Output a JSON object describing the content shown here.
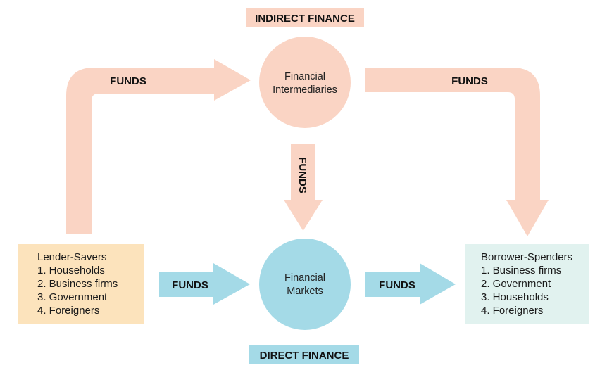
{
  "colors": {
    "indirect": "#FAD4C4",
    "direct": "#A4DAE7",
    "lender_box": "#FCE3BC",
    "borrower_box": "#E1F2EF",
    "text": "#111111"
  },
  "labels": {
    "indirect_finance": "INDIRECT FINANCE",
    "direct_finance": "DIRECT FINANCE"
  },
  "nodes": {
    "intermediaries": {
      "line1": "Financial",
      "line2": "Intermediaries"
    },
    "markets": {
      "line1": "Financial",
      "line2": "Markets"
    }
  },
  "arrows": {
    "lender_to_intermediaries": "FUNDS",
    "intermediaries_to_borrower": "FUNDS",
    "intermediaries_to_markets": "FUNDS",
    "lender_to_markets": "FUNDS",
    "markets_to_borrower": "FUNDS"
  },
  "lender_savers": {
    "title": "Lender-Savers",
    "items": [
      "1. Households",
      "2. Business firms",
      "3. Government",
      "4. Foreigners"
    ]
  },
  "borrower_spenders": {
    "title": "Borrower-Spenders",
    "items": [
      "1. Business firms",
      "2. Government",
      "3. Households",
      "4. Foreigners"
    ]
  }
}
